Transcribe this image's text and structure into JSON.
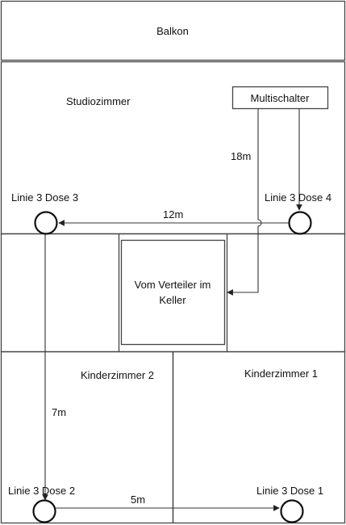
{
  "rooms": {
    "balkon": "Balkon",
    "studiozimmer": "Studiozimmer",
    "kinderzimmer_2": "Kinderzimmer 2",
    "kinderzimmer_1": "Kinderzimmer 1"
  },
  "distributor": {
    "line1": "Vom Verteiler im",
    "line2": "Keller"
  },
  "multiswitch": "Multischalter",
  "outlets": {
    "dose_1": "Linie 3 Dose 1",
    "dose_2": "Linie 3 Dose 2",
    "dose_3": "Linie 3 Dose 3",
    "dose_4": "Linie 3 Dose 4"
  },
  "distances": {
    "riser": "18m",
    "studio_run": "12m",
    "vertical_run": "7m",
    "bottom_run": "5m"
  },
  "colors": {
    "line": "#444444",
    "text": "#111111",
    "background": "#ffffff"
  }
}
